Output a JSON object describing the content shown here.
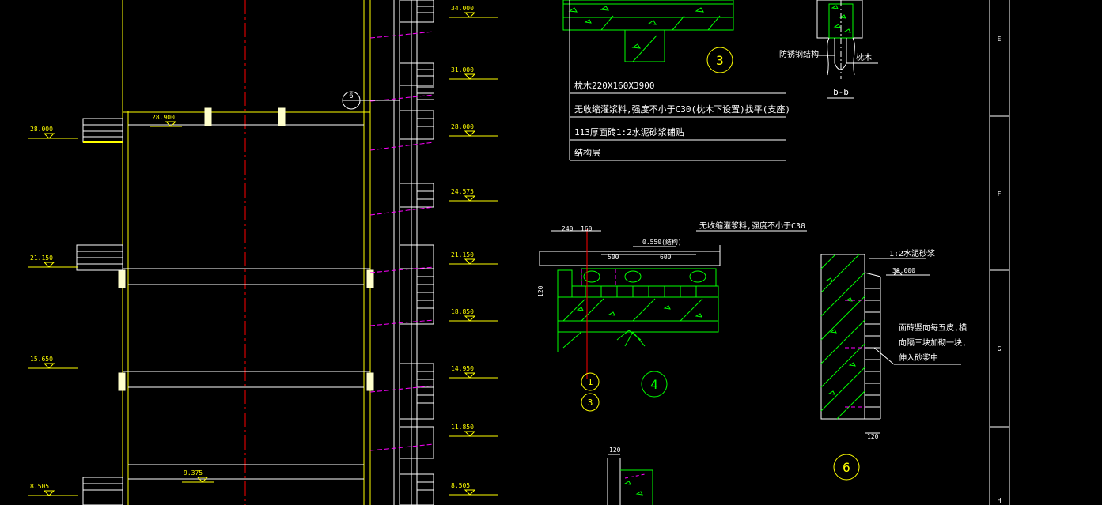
{
  "elevations_left": [
    "28.000",
    "21.150",
    "15.650",
    "8.505"
  ],
  "elevation_inner": [
    "28.900",
    "9.375"
  ],
  "elevations_right": [
    "34.000",
    "31.000",
    "28.000",
    "24.575",
    "21.150",
    "18.850",
    "14.950",
    "11.850",
    "8.505"
  ],
  "axis_label": "6",
  "detail3": {
    "title": "3",
    "notes": [
      "枕木220X160X3900",
      "无收缩灌浆料,强度不小于C30(枕木下设置)找平(支座)",
      "113厚面砖1:2水泥砂浆铺贴",
      "结构层"
    ]
  },
  "detail_bb": {
    "title": "b-b",
    "label_left": "防锈钢结构",
    "label_right": "枕木"
  },
  "detail4": {
    "title": "4",
    "note": "无收缩灌浆料,强度不小于C30",
    "dims": [
      "240",
      "160",
      "500",
      "600",
      "120"
    ],
    "level": "0.550(结构)",
    "markers": [
      "1",
      "3"
    ]
  },
  "detail6": {
    "title": "6",
    "note_top": "1:2水泥砂浆",
    "level": "30.000",
    "note_lines": [
      "面砖竖向每五皮,横",
      "向隔三块加砌一块,",
      "伸入砂浆中"
    ],
    "dim": "120"
  },
  "bottom_dim": "120",
  "grid_letters": [
    "E",
    "F",
    "G",
    "H"
  ],
  "colors": {
    "background": "#000000",
    "yellow": "#ffff00",
    "white": "#ffffff",
    "green": "#00ff00",
    "red": "#ff0000",
    "magenta": "#ff00ff"
  }
}
